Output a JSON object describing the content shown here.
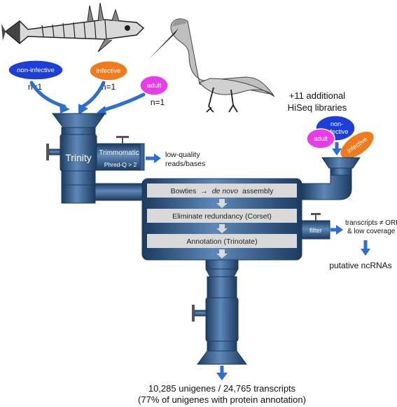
{
  "colors": {
    "pipe": "#2e5a8a",
    "pipe_dark": "#1c3b60",
    "pipe_light": "#5d88b8",
    "arrow": "#2d6fd1",
    "step_box": "#d9d9d9",
    "non_infective": "#1b3fd8",
    "infective": "#f07a1e",
    "adult": "#e83ce8"
  },
  "icons": [
    "stickleback-fish-icon",
    "heron-bird-icon"
  ],
  "inputs": [
    {
      "label": "non-infective",
      "n": "n=1"
    },
    {
      "label": "infective",
      "n": "n=1"
    },
    {
      "label": "adult",
      "n": "n=1"
    }
  ],
  "trinity": {
    "label": "Trinity",
    "trim_title": "Trimmomatic",
    "trim_param": "Phred-Q > 2",
    "trim_output": [
      "low-quality",
      "reads/bases"
    ]
  },
  "hiseq": {
    "title": [
      "+11 additional",
      "HiSeq libraries"
    ],
    "bubbles": [
      {
        "label": [
          "non-",
          "infective"
        ]
      },
      {
        "label": [
          "adult"
        ]
      },
      {
        "label": [
          "infective"
        ]
      }
    ]
  },
  "pipeline_steps": [
    {
      "pre": "Bowties",
      "arrow": "→",
      "italic": "de novo",
      "post": "assembly"
    },
    {
      "text": "Eliminate redundancy (Corset)"
    },
    {
      "text": "Annotation (Trinotate)"
    }
  ],
  "filter": {
    "label": "filter",
    "output": [
      "transcripts ≠ ORF",
      "& low coverage"
    ],
    "result": "putative ncRNAs"
  },
  "result": {
    "line1": "10,285 unigenes / 24,765 transcripts",
    "line2": "(77% of unigenes with protein annotation)"
  }
}
